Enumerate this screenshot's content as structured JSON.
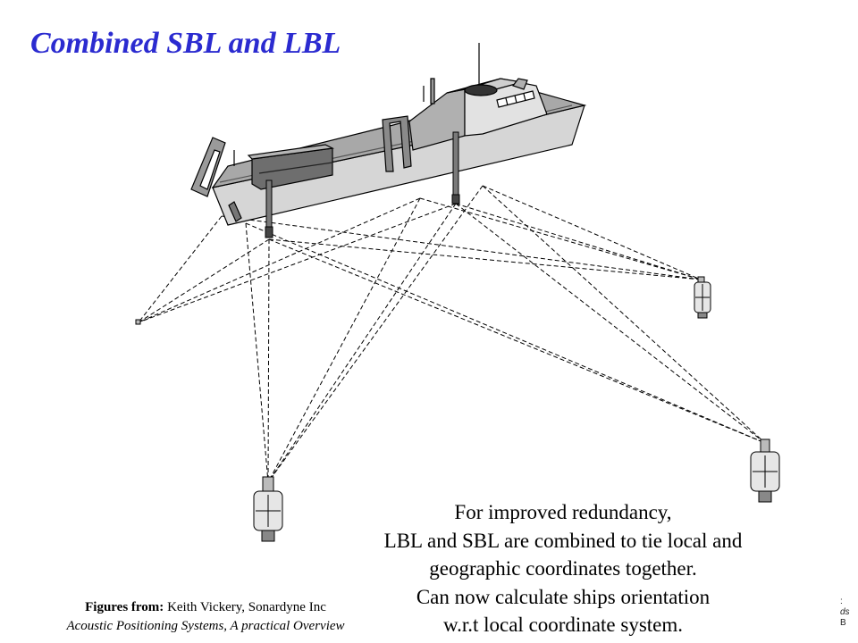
{
  "slide": {
    "title": "Combined SBL and LBL"
  },
  "caption": {
    "lines": [
      "For improved redundancy,",
      "LBL and SBL are combined to tie local and",
      "geographic coordinates together.",
      "Can now calculate ships orientation",
      "w.r.t local coordinate system."
    ]
  },
  "credit": {
    "label": "Figures from:",
    "author": " Keith Vickery, Sonardyne Inc",
    "source": "Acoustic Positioning Systems, A practical Overview"
  },
  "corner_fragments": [
    ":",
    "ds",
    "B"
  ],
  "diagram": {
    "ship_icon": "survey-vessel",
    "ship_transducers": 2,
    "seabed_transponders": 4,
    "colors": {
      "text": "#000000",
      "title": "#2b2bd0",
      "hull": "#cfcfcf",
      "deck": "#9a9a9a",
      "lines": "#000000"
    }
  }
}
